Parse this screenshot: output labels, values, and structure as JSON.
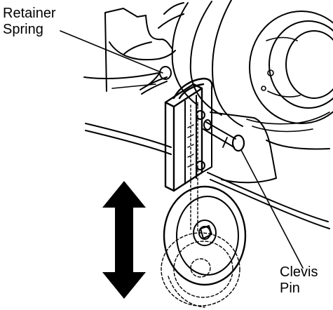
{
  "callouts": {
    "retainer_spring": {
      "line1": "Retainer",
      "line2": "Spring"
    },
    "clevis_pin": {
      "line1": "Clevis",
      "line2": "Pin"
    }
  },
  "colors": {
    "ink": "#000000",
    "paper": "#ffffff"
  },
  "icons": {
    "motion_indicator": "double-arrow-vertical-icon"
  }
}
